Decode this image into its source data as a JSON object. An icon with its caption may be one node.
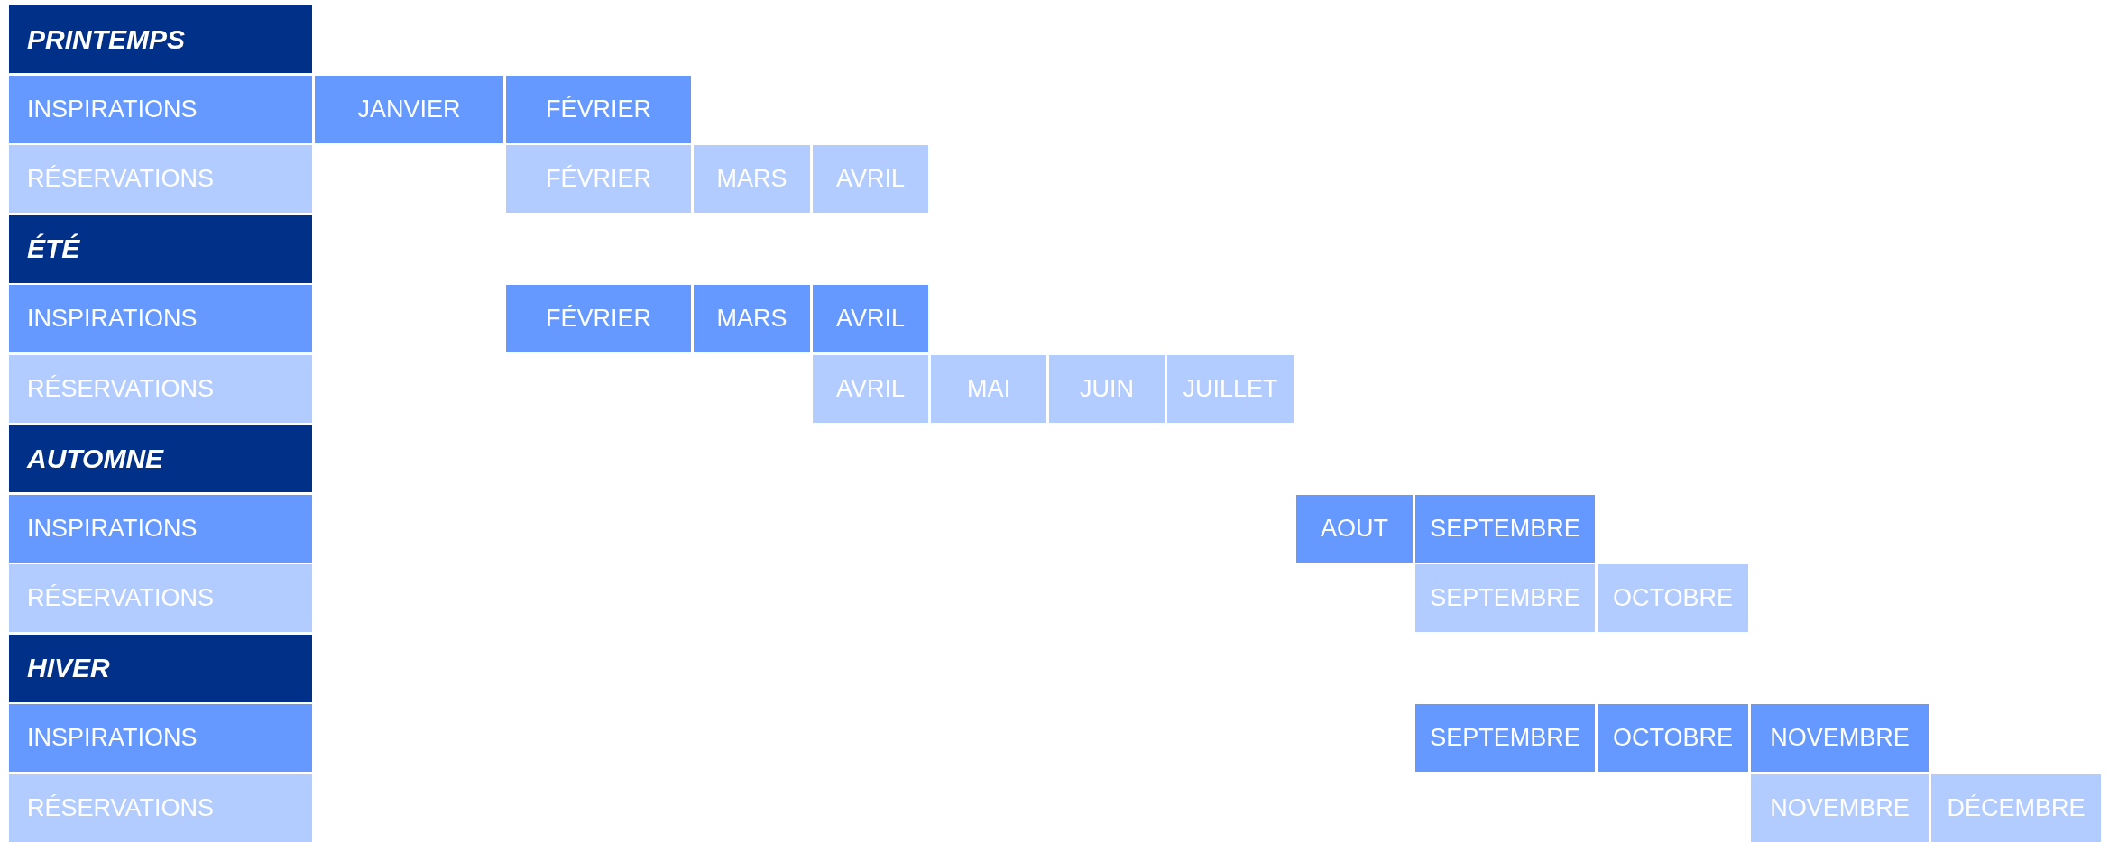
{
  "diagram": {
    "nodes": [
      {
        "text": [
          "PRINTEMPS"
        ]
      },
      {
        "text": [
          "INSPIRATIONS"
        ]
      },
      {
        "text": [
          "JANVIER"
        ]
      },
      {
        "text": [
          "FÉVRIER"
        ]
      },
      {
        "text": [
          "RÉSERVATIONS"
        ]
      },
      {
        "text": [
          "FÉVRIER"
        ]
      },
      {
        "text": [
          "MARS"
        ]
      },
      {
        "text": [
          "AVRIL"
        ]
      },
      {
        "text": [
          "ÉTÉ"
        ]
      },
      {
        "text": [
          "INSPIRATIONS"
        ]
      },
      {
        "text": [
          "FÉVRIER"
        ]
      },
      {
        "text": [
          "MARS"
        ]
      },
      {
        "text": [
          "AVRIL"
        ]
      },
      {
        "text": [
          "RÉSERVATIONS"
        ]
      },
      {
        "text": [
          "AVRIL"
        ]
      },
      {
        "text": [
          "MAI"
        ]
      },
      {
        "text": [
          "JUIN"
        ]
      },
      {
        "text": [
          "JUILLET"
        ]
      },
      {
        "text": [
          "AUTOMNE"
        ]
      },
      {
        "text": [
          "INSPIRATIONS"
        ]
      },
      {
        "text": [
          "AOUT"
        ]
      },
      {
        "text": [
          "SEPTEMBRE"
        ]
      },
      {
        "text": [
          "RÉSERVATIONS"
        ]
      },
      {
        "text": [
          "SEPTEMBRE"
        ]
      },
      {
        "text": [
          "OCTOBRE"
        ]
      },
      {
        "text": [
          "HIVER"
        ]
      },
      {
        "text": [
          "INSPIRATIONS"
        ]
      },
      {
        "text": [
          "SEPTEMBRE"
        ]
      },
      {
        "text": [
          "OCTOBRE"
        ]
      },
      {
        "text": [
          "NOVEMBRE"
        ]
      },
      {
        "text": [
          "RÉSERVATIONS"
        ]
      },
      {
        "text": [
          "NOVEMBRE"
        ]
      },
      {
        "text": [
          "DÉCEMBRE"
        ]
      }
    ]
  }
}
